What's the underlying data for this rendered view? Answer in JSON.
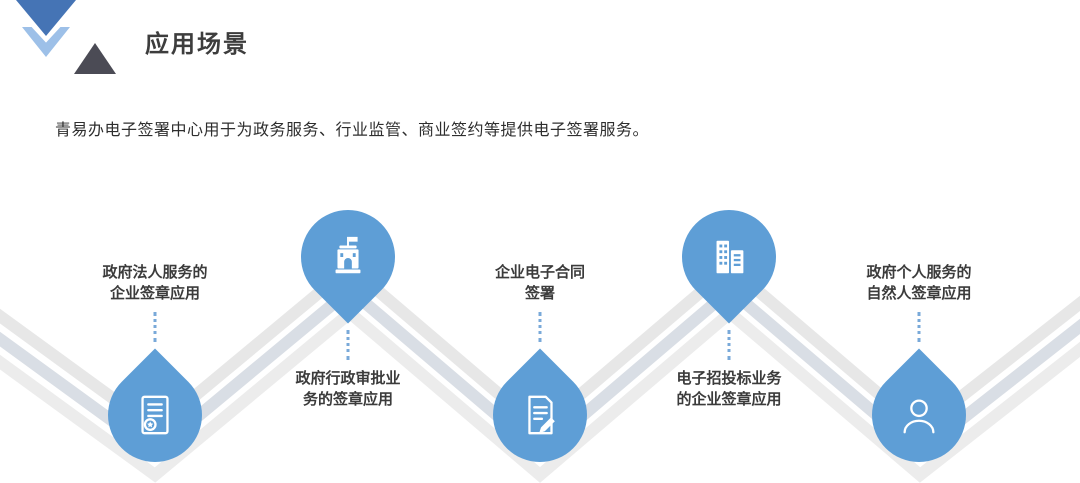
{
  "header": {
    "title": "应用场景"
  },
  "intro": {
    "text": "青易办电子签署中心用于为政务服务、行业监管、商业签约等提供电子签署服务。"
  },
  "scenarios": [
    {
      "label": "政府法人服务的\n企业签章应用",
      "icon": "certificate-seal-icon",
      "position": "bottom"
    },
    {
      "label": "政府行政审批业\n务的签章应用",
      "icon": "government-building-icon",
      "position": "top"
    },
    {
      "label": "企业电子合同\n签署",
      "icon": "contract-signing-icon",
      "position": "bottom"
    },
    {
      "label": "电子招投标业务\n的企业签章应用",
      "icon": "office-buildings-icon",
      "position": "top"
    },
    {
      "label": "政府个人服务的\n自然人签章应用",
      "icon": "person-icon",
      "position": "bottom"
    }
  ],
  "colors": {
    "drop_blue": "#5E9ED6",
    "accent_dark": "#4B4B55",
    "ribbon_blue": "#4574B5",
    "ribbon_gray": "#E7E7E7"
  }
}
